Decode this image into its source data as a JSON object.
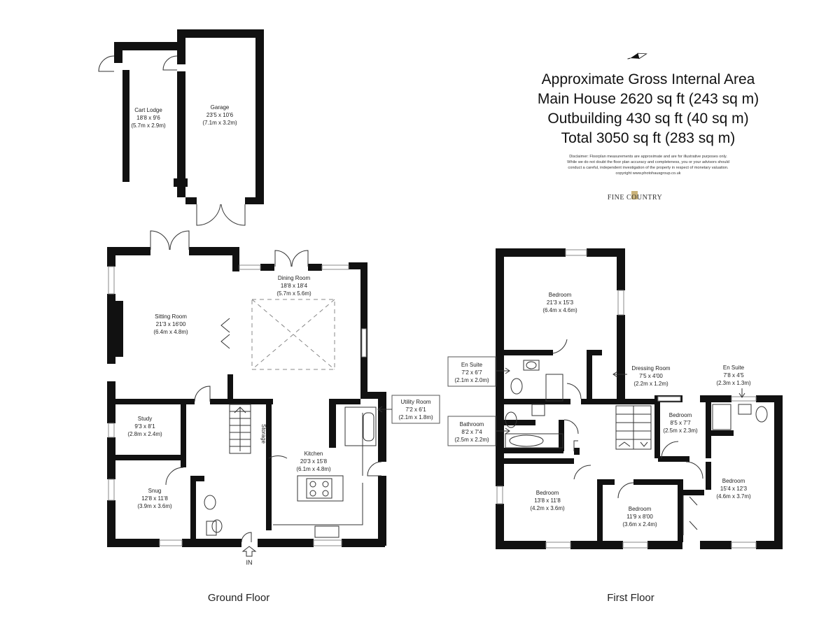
{
  "area": {
    "title": "Approximate Gross Internal Area",
    "main_house": "Main House 2620 sq ft (243 sq m)",
    "outbuilding": "Outbuilding 430 sq ft (40 sq m)",
    "total": "Total 3050 sq ft (283 sq m)"
  },
  "disclaimer": [
    "Disclaimer: Floorplan measurements are approximate and are for illustrative purposes only.",
    "While we do not doubt the floor plan accuracy and completeness, you or your advisors should",
    "conduct a careful, independent investigation of the property in respect of monetary valuation.",
    "copyright www.photohausgroup.co.uk"
  ],
  "logo": "FINE COUNTRY",
  "entry_label": "IN",
  "floors": {
    "ground": "Ground Floor",
    "first": "First Floor"
  },
  "rooms": {
    "cart_lodge": {
      "name": "Cart Lodge",
      "imperial": "18'8 x 9'6",
      "metric": "(5.7m x 2.9m)"
    },
    "garage": {
      "name": "Garage",
      "imperial": "23'5 x 10'6",
      "metric": "(7.1m x 3.2m)"
    },
    "sitting_room": {
      "name": "Sitting Room",
      "imperial": "21'3 x 16'00",
      "metric": "(6.4m x 4.8m)"
    },
    "dining_room": {
      "name": "Dining Room",
      "imperial": "18'8 x 18'4",
      "metric": "(5.7m x 5.6m)"
    },
    "study": {
      "name": "Study",
      "imperial": "9'3 x 8'1",
      "metric": "(2.8m x 2.4m)"
    },
    "storage": {
      "name": "Storage"
    },
    "kitchen": {
      "name": "Kitchen",
      "imperial": "20'3 x 15'8",
      "metric": "(6.1m x 4.8m)"
    },
    "utility_room": {
      "name": "Utility Room",
      "imperial": "7'2 x 6'1",
      "metric": "(2.1m x 1.8m)"
    },
    "snug": {
      "name": "Snug",
      "imperial": "12'8 x 11'8",
      "metric": "(3.9m x 3.6m)"
    },
    "bedroom_main": {
      "name": "Bedroom",
      "imperial": "21'3 x 15'3",
      "metric": "(6.4m x 4.6m)"
    },
    "en_suite_1": {
      "name": "En Suite",
      "imperial": "7'2 x 6'7",
      "metric": "(2.1m x 2.0m)"
    },
    "dressing_room": {
      "name": "Dressing Room",
      "imperial": "7'5 x 4'00",
      "metric": "(2.2m x 1.2m)"
    },
    "en_suite_2": {
      "name": "En Suite",
      "imperial": "7'8 x 4'5",
      "metric": "(2.3m x 1.3m)"
    },
    "bathroom": {
      "name": "Bathroom",
      "imperial": "8'2 x 7'4",
      "metric": "(2.5m x 2.2m)"
    },
    "bedroom_2": {
      "name": "Bedroom",
      "imperial": "8'5 x 7'7",
      "metric": "(2.5m x 2.3m)"
    },
    "bedroom_3": {
      "name": "Bedroom",
      "imperial": "15'4 x 12'3",
      "metric": "(4.6m x 3.7m)"
    },
    "bedroom_4": {
      "name": "Bedroom",
      "imperial": "13'8 x 11'8",
      "metric": "(4.2m x 3.6m)"
    },
    "bedroom_5": {
      "name": "Bedroom",
      "imperial": "11'9 x 8'00",
      "metric": "(3.6m x 2.4m)"
    }
  }
}
